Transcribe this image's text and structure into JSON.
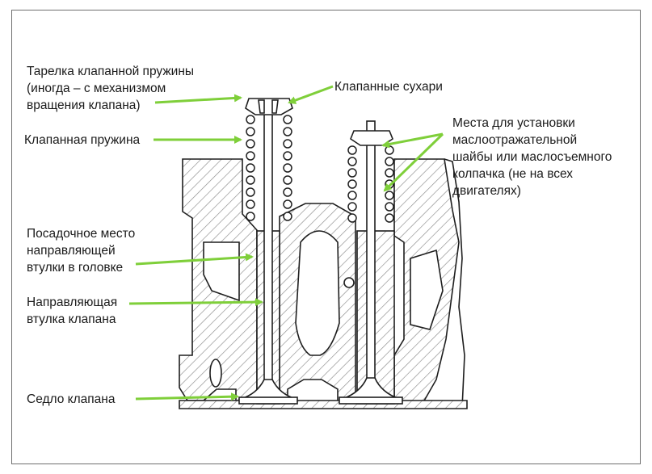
{
  "diagram": {
    "accent_color": "#7fcf3a",
    "line_color": "#1e1e1e",
    "hatch_color": "#8a8a8a",
    "labels": {
      "retainer": {
        "line1": "Тарелка клапанной пружины",
        "line2": "(иногда – с механизмом",
        "line3": "вращения клапана)"
      },
      "keepers": "Клапанные сухари",
      "spring": "Клапанная пружина",
      "seal_location": {
        "line1": "Места для установки",
        "line2": "маслоотражательной",
        "line3": "шайбы или маслосъемного",
        "line4": "колпачка (не на всех",
        "line5": "двигателях)"
      },
      "guide_bore": {
        "line1": "Посадочное место",
        "line2": "направляющей",
        "line3": "втулки в головке"
      },
      "guide": {
        "line1": "Направляющая",
        "line2": "втулка клапана"
      },
      "seat": "Седло клапана"
    }
  }
}
